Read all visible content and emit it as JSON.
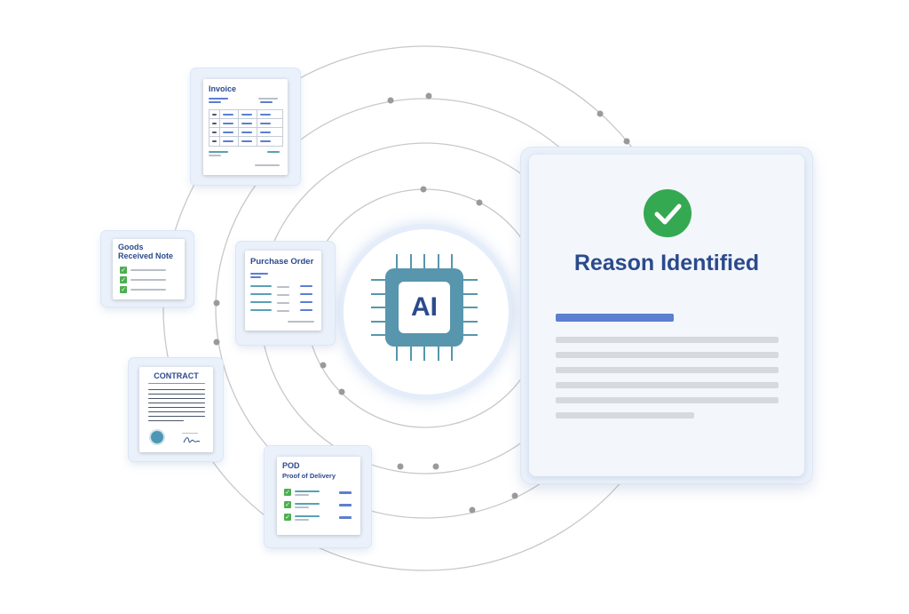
{
  "documents": {
    "invoice": {
      "title": "Invoice"
    },
    "goods_received": {
      "title_line1": "Goods",
      "title_line2": "Received Note"
    },
    "purchase_order": {
      "title": "Purchase Order"
    },
    "contract": {
      "title": "CONTRACT"
    },
    "pod": {
      "title": "POD",
      "subtitle": "Proof of Delivery"
    }
  },
  "ai_chip": {
    "label": "AI"
  },
  "result": {
    "title": "Reason Identified"
  },
  "icons": {
    "result_status": "check-circle-icon",
    "checkbox": "checkbox-checked-icon",
    "seal": "seal-icon",
    "signature": "signature-icon"
  },
  "colors": {
    "brand_blue": "#2b4a8c",
    "accent_blue": "#5b7fd1",
    "chip_teal": "#5796ad",
    "success_green": "#35a852",
    "orbit_grey": "#c6c6c6"
  }
}
